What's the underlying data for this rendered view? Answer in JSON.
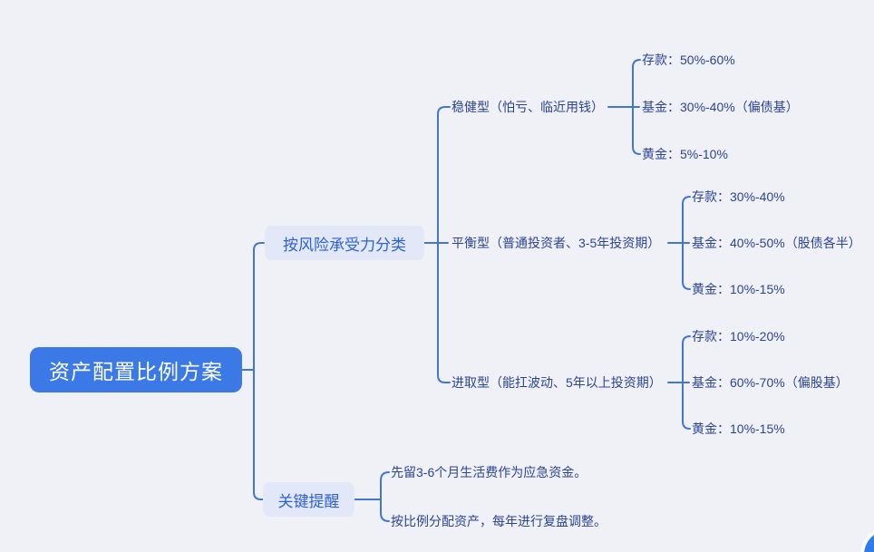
{
  "root": {
    "label": "资产配置比例方案"
  },
  "risk_branch": {
    "label": "按风险承受力分类",
    "profiles": [
      {
        "label": "稳健型（怕亏、临近用钱）",
        "allocations": [
          "存款：50%-60%",
          "基金：30%-40%（偏债基）",
          "黄金：5%-10%"
        ]
      },
      {
        "label": "平衡型（普通投资者、3-5年投资期）",
        "allocations": [
          "存款：30%-40%",
          "基金：40%-50%（股债各半）",
          "黄金：10%-15%"
        ]
      },
      {
        "label": "进取型（能扛波动、5年以上投资期）",
        "allocations": [
          "存款：10%-20%",
          "基金：60%-70%（偏股基）",
          "黄金：10%-15%"
        ]
      }
    ]
  },
  "reminder_branch": {
    "label": "关键提醒",
    "notes": [
      "先留3-6个月生活费作为应急资金。",
      "按比例分配资产，每年进行复盘调整。"
    ]
  },
  "colors": {
    "background": "#eff1f6",
    "root_fill": "#3b7ae6",
    "root_text": "#ffffff",
    "branch_fill": "#e2e8f7",
    "branch_text": "#2e62d8",
    "node_text": "#2c4496",
    "connector": "#4377cf",
    "fab_fill": "#2f7be8"
  }
}
